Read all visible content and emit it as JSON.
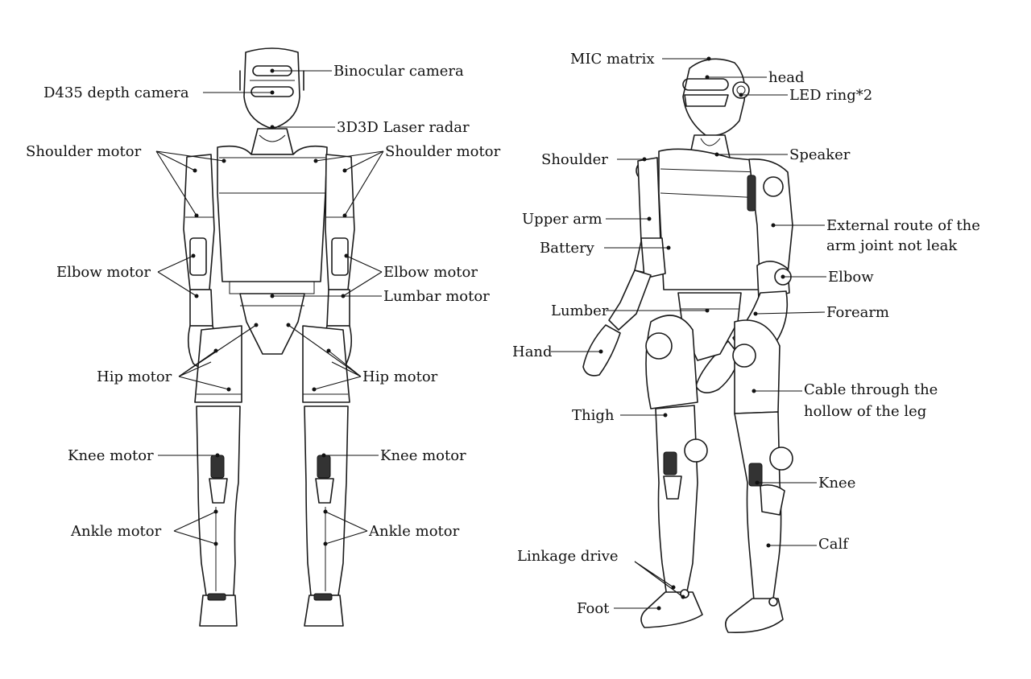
{
  "front_view": {
    "labels": {
      "binocular_camera": "Binocular camera",
      "d435_depth_camera": "D435 depth camera",
      "laser_radar": "3D3D Laser radar",
      "shoulder_motor_left": "Shoulder motor",
      "shoulder_motor_right": "Shoulder motor",
      "elbow_motor_left": "Elbow motor",
      "elbow_motor_right": "Elbow motor",
      "lumbar_motor": "Lumbar motor",
      "hip_motor_left": "Hip motor",
      "hip_motor_right": "Hip motor",
      "knee_motor_left": "Knee motor",
      "knee_motor_right": "Knee motor",
      "ankle_motor_left": "Ankle motor",
      "ankle_motor_right": "Ankle motor"
    }
  },
  "side_view": {
    "labels": {
      "mic_matrix": "MIC matrix",
      "head": "head",
      "led_ring": "LED ring*2",
      "shoulder": "Shoulder",
      "speaker": "Speaker",
      "upper_arm": "Upper arm",
      "external_route_line1": "External route of the",
      "external_route_line2": "arm joint not leak",
      "battery": "Battery",
      "elbow": "Elbow",
      "lumber": "Lumber",
      "forearm": "Forearm",
      "hand": "Hand",
      "cable_line1": "Cable through the",
      "cable_line2": "hollow of the leg",
      "thigh": "Thigh",
      "knee": "Knee",
      "calf": "Calf",
      "linkage_drive": "Linkage drive",
      "foot": "Foot"
    }
  }
}
